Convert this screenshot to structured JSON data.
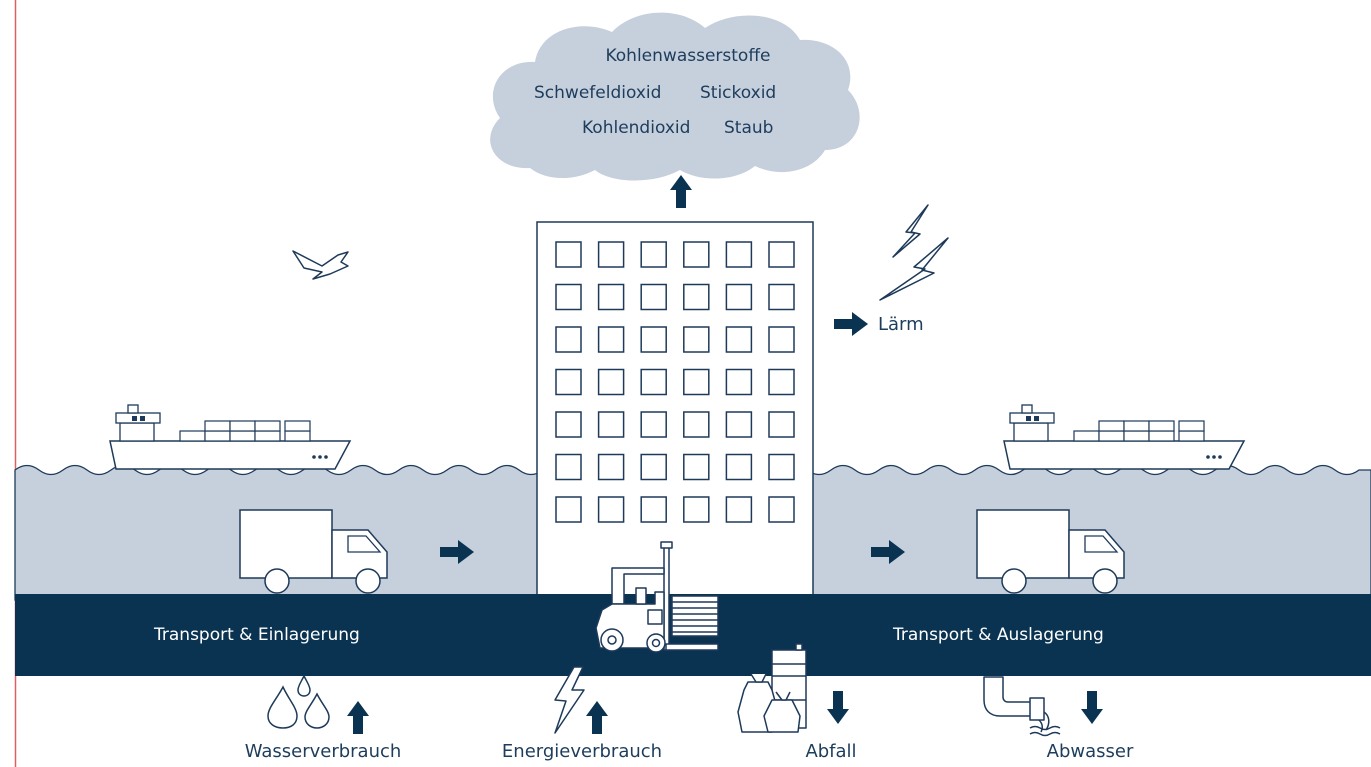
{
  "cloud": {
    "line1": "Kohlenwasserstoffe",
    "line2a": "Schwefeldioxid",
    "line2b": "Stickoxid",
    "line3a": "Kohlendioxid",
    "line3b": "Staub"
  },
  "noise": {
    "label": "Lärm"
  },
  "band": {
    "left_label": "Transport & Einlagerung",
    "right_label": "Transport & Auslagerung"
  },
  "impacts": [
    {
      "label": "Wasserverbrauch",
      "icon": "water-drops-icon",
      "direction": "up"
    },
    {
      "label": "Energieverbrauch",
      "icon": "lightning-icon",
      "direction": "up"
    },
    {
      "label": "Abfall",
      "icon": "waste-bags-icon",
      "direction": "down"
    },
    {
      "label": "Abwasser",
      "icon": "wastewater-pipe-icon",
      "direction": "down"
    }
  ],
  "colors": {
    "navy": "#0a3352",
    "water": "#c6cfdc",
    "cloud": "#c6cfdc",
    "outline": "#1e3a5a",
    "frame_border": "#e06060"
  }
}
